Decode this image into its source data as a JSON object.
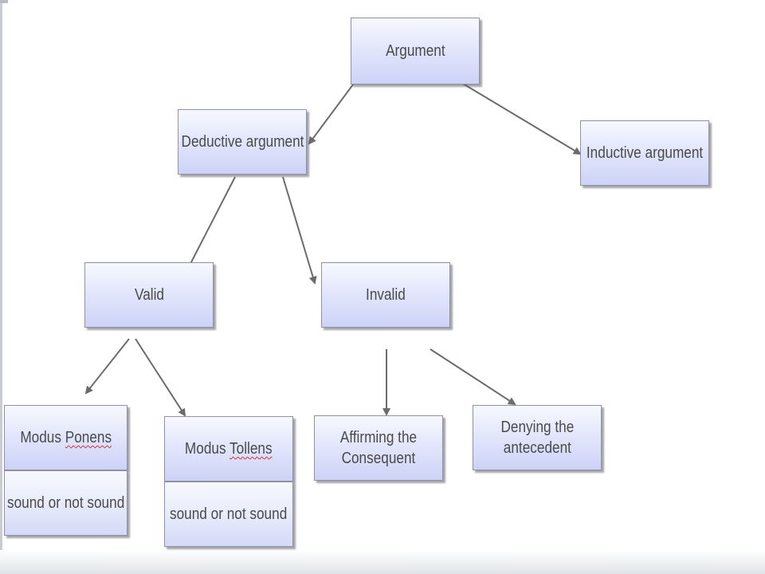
{
  "nodes": {
    "argument": "Argument",
    "deductive": "Deductive argument",
    "inductive": "Inductive argument",
    "valid": "Valid",
    "invalid": "Invalid",
    "modus_ponens": {
      "prefix": "Modus ",
      "word": "Ponens",
      "sub": "sound or not sound"
    },
    "modus_tollens": {
      "prefix": "Modus ",
      "word": "Tollens",
      "sub": "sound or not sound"
    },
    "affirming": {
      "line1": "Affirming the",
      "line2": "Consequent"
    },
    "denying": {
      "line1": "Denying the",
      "line2": "antecedent"
    }
  },
  "colors": {
    "box_top": "#f7f8fe",
    "box_bottom": "#cdd3f6",
    "border": "#8d93a3",
    "arrow": "#6b6b6b",
    "text": "#4a4a4a",
    "spelling_underline": "#d23030"
  }
}
